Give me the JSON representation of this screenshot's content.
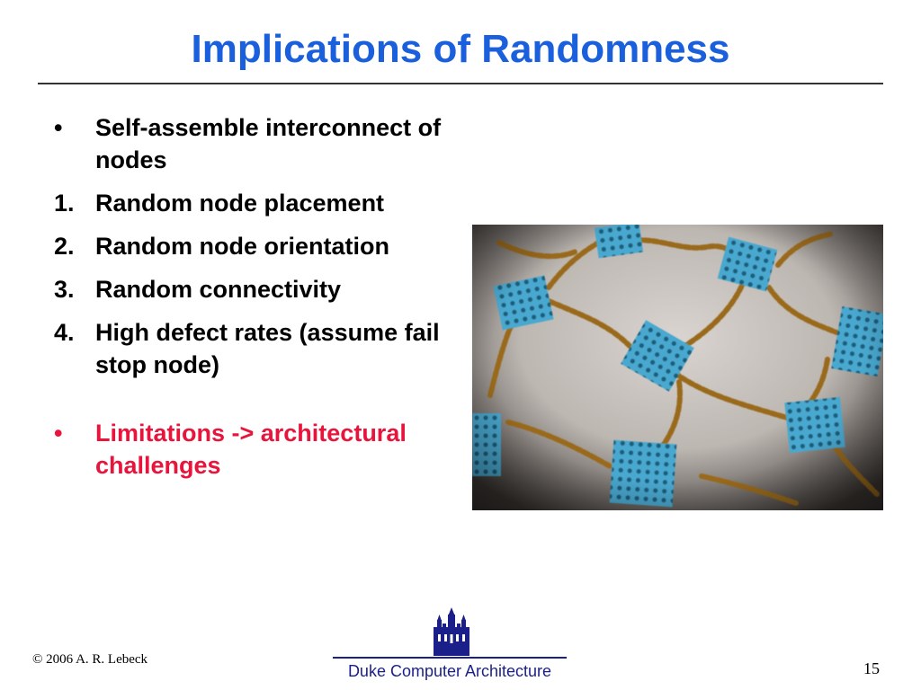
{
  "slide": {
    "title": "Implications of Randomness",
    "items": [
      {
        "marker": "•",
        "text": "Self-assemble interconnect of nodes"
      },
      {
        "marker": "1.",
        "text": "Random node placement"
      },
      {
        "marker": "2.",
        "text": "Random node orientation"
      },
      {
        "marker": "3.",
        "text": "Random connectivity"
      },
      {
        "marker": "4.",
        "text": "High defect rates (assume fail stop node)"
      }
    ],
    "highlight": {
      "marker": "•",
      "text": "Limitations -> architectural challenges"
    }
  },
  "footer": {
    "copyright": "© 2006 A. R. Lebeck",
    "institution": "Duke Computer Architecture",
    "page_number": "15"
  },
  "colors": {
    "title": "#1a5fdc",
    "highlight": "#e8143c",
    "footer_brand": "#1b1f8a"
  },
  "image": {
    "subject": "self-assembled network of blue lattice nodes connected by gold chains",
    "icon": "duke-chapel-logo"
  }
}
